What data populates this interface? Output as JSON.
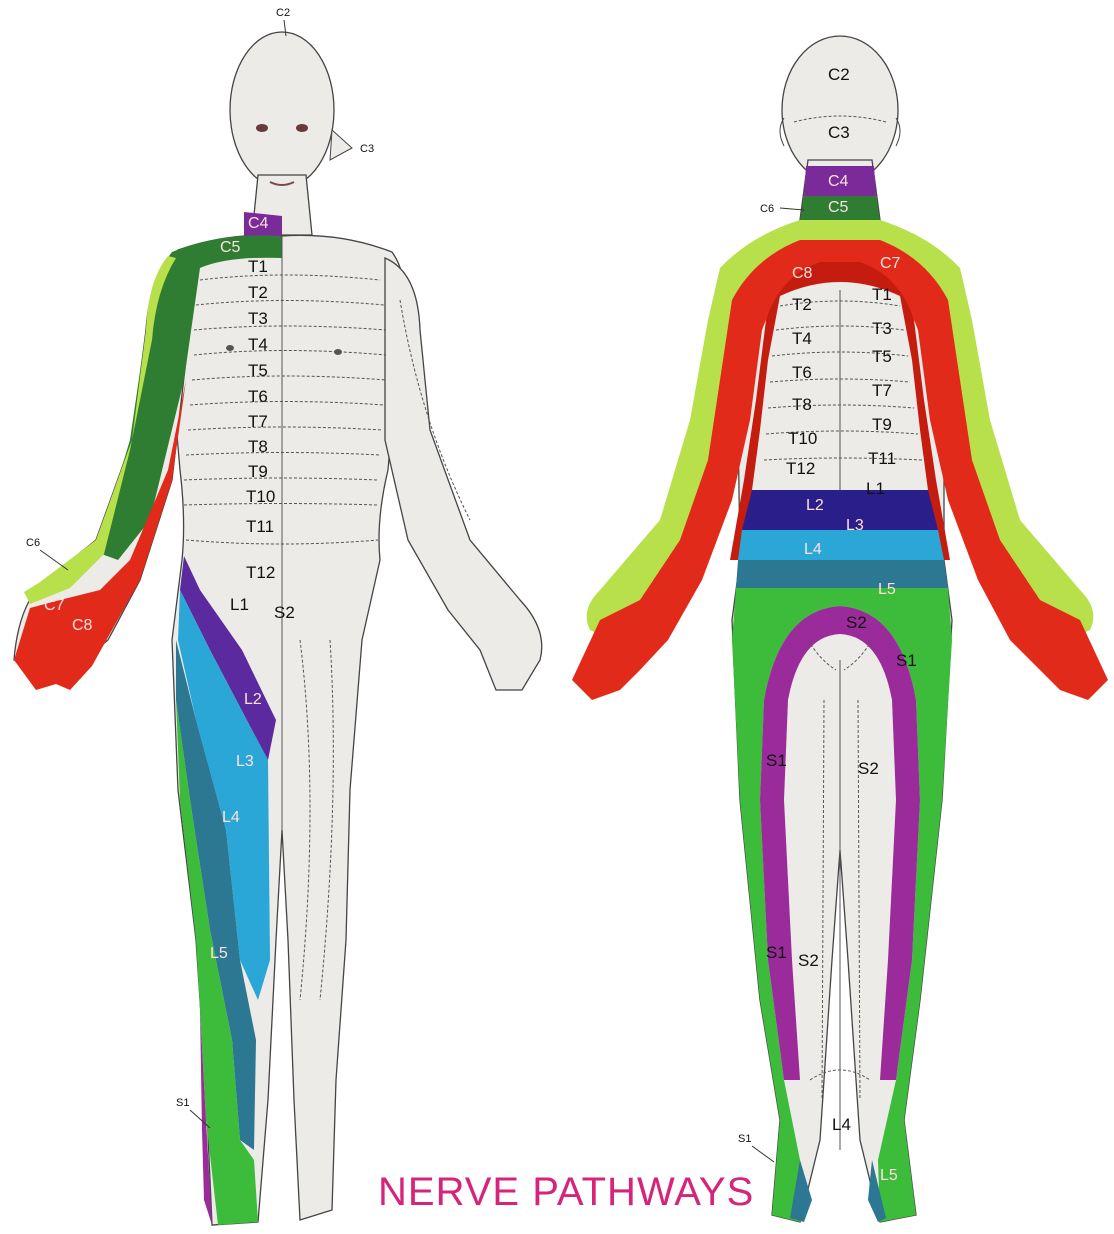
{
  "title": "NERVE PATHWAYS",
  "front": {
    "labels": {
      "c2": "C2",
      "c3": "C3",
      "c4": "C4",
      "c5": "C5",
      "c6": "C6",
      "c7": "C7",
      "c8": "C8",
      "t1": "T1",
      "t2": "T2",
      "t3": "T3",
      "t4": "T4",
      "t5": "T5",
      "t6": "T6",
      "t7": "T7",
      "t8": "T8",
      "t9": "T9",
      "t10": "T10",
      "t11": "T11",
      "t12": "T12",
      "l1": "L1",
      "s2": "S2",
      "l2": "L2",
      "l3": "L3",
      "l4": "L4",
      "l5": "L5",
      "s1": "S1"
    }
  },
  "back": {
    "labels": {
      "c2": "C2",
      "c3": "C3",
      "c4": "C4",
      "c5": "C5",
      "c6": "C6",
      "c7": "C7",
      "c8": "C8",
      "t1": "T1",
      "t2": "T2",
      "t3": "T3",
      "t4": "T4",
      "t5": "T5",
      "t6": "T6",
      "t7": "T7",
      "t8": "T8",
      "t9": "T9",
      "t10": "T10",
      "t11": "T11",
      "t12": "T12",
      "l1": "L1",
      "l2": "L2",
      "l3": "L3",
      "l4": "L4",
      "l5": "L5",
      "s2_buttock": "S2",
      "s1_buttock": "S1",
      "s1_thigh": "S1",
      "s2_thigh": "S2",
      "s1_calf": "S1",
      "s2_calf": "S2",
      "l4_ankle": "L4",
      "s1_ankle": "S1",
      "l5_ankle": "L5"
    }
  },
  "colors": {
    "skin": "#ecebe8",
    "c4": "#7b2a99",
    "c5": "#2e7d32",
    "c6": "#b7e04a",
    "c7": "#e22a1a",
    "c8": "#c41d10",
    "l1": "#2a1e8a",
    "l2": "#5b2a9e",
    "l3": "#2aa7d6",
    "l4": "#2c7893",
    "l5": "#3dbb3a",
    "s1": "#9b2b9b",
    "title": "#d6247a"
  }
}
